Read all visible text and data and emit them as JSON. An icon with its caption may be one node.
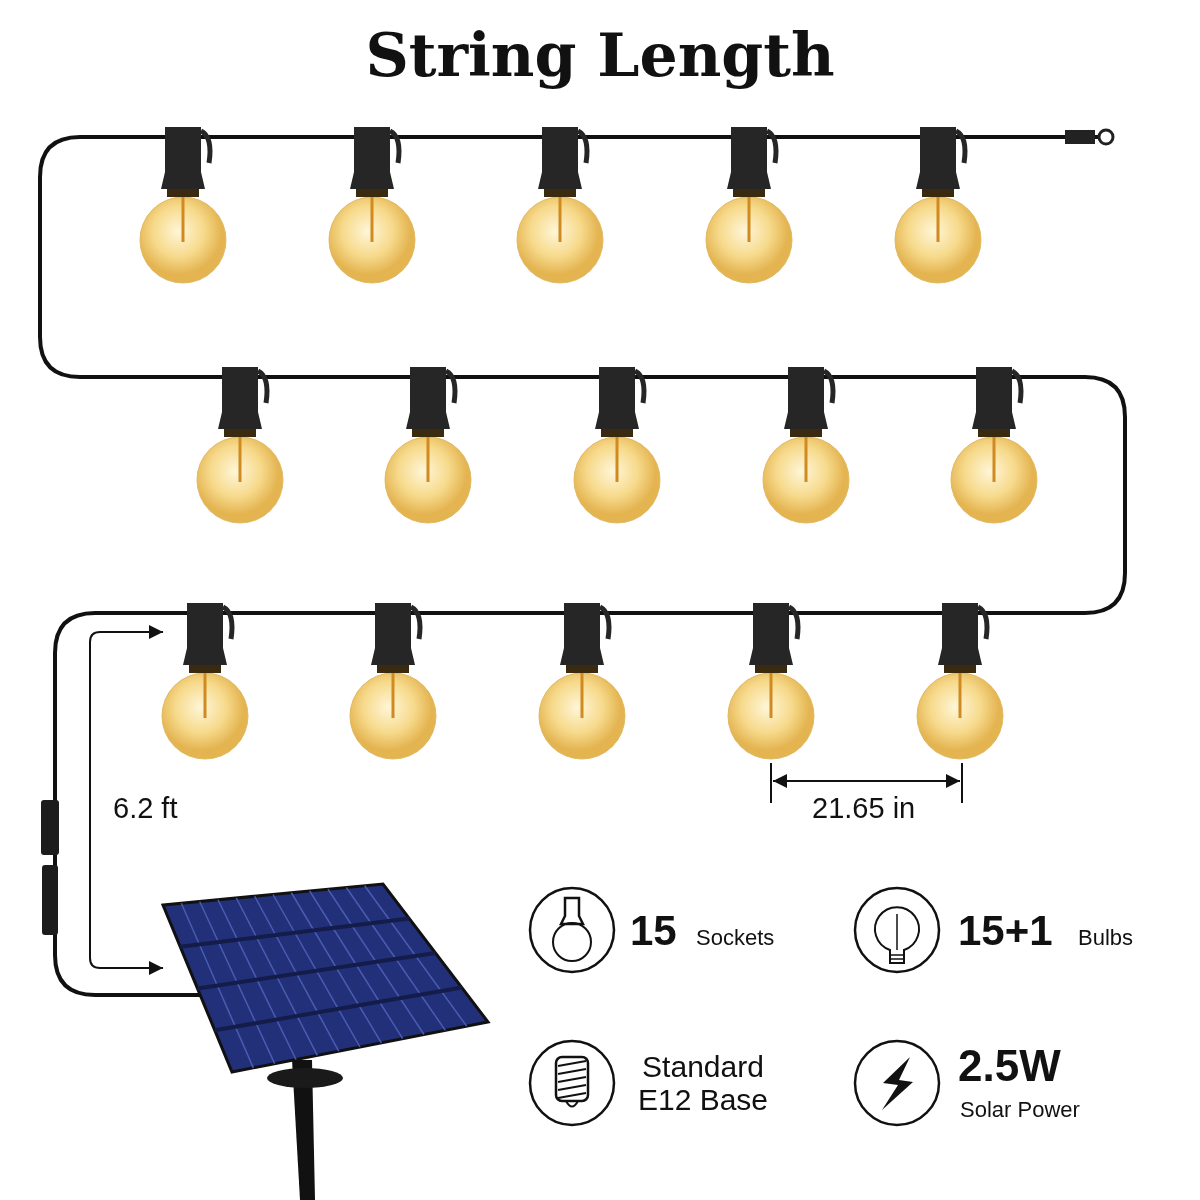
{
  "diagram": {
    "title": "String Length",
    "labels": [
      "6.2 ft",
      "21.65 in",
      "15",
      "Sockets",
      "15+1",
      "Bulbs",
      "Standard E12 Base",
      "2.5W",
      "Solar Power"
    ]
  }
}
